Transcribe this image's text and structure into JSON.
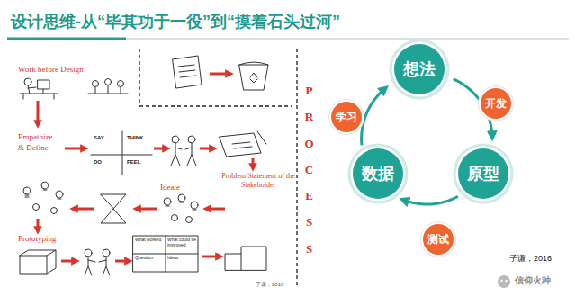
{
  "diagram": {
    "title": "设计思维-从“毕其功于一役”到“摸着石头过河”",
    "nodes": [
      {
        "text": [
          "想法"
        ]
      },
      {
        "text": [
          "开发"
        ]
      },
      {
        "text": [
          "原型"
        ]
      },
      {
        "text": [
          "测试"
        ]
      },
      {
        "text": [
          "数据"
        ]
      },
      {
        "text": [
          "学习"
        ]
      }
    ],
    "edges": [
      {
        "from": 0,
        "to": 2,
        "arrow": "to"
      },
      {
        "from": 2,
        "to": 4,
        "arrow": "to"
      },
      {
        "from": 4,
        "to": 0,
        "arrow": "to"
      }
    ],
    "labels": [
      "Work before Design",
      "Empathize & Define",
      "SAY",
      "THINK",
      "DO",
      "FEEL",
      "Ideate",
      "Problem Statement of the Stakeholder",
      "Prototyping",
      "What worked",
      "What could be improved",
      "Question",
      "Ideas",
      "PROCESS",
      "子谦，2016",
      "子谦，2016",
      "信仰火种"
    ]
  }
}
